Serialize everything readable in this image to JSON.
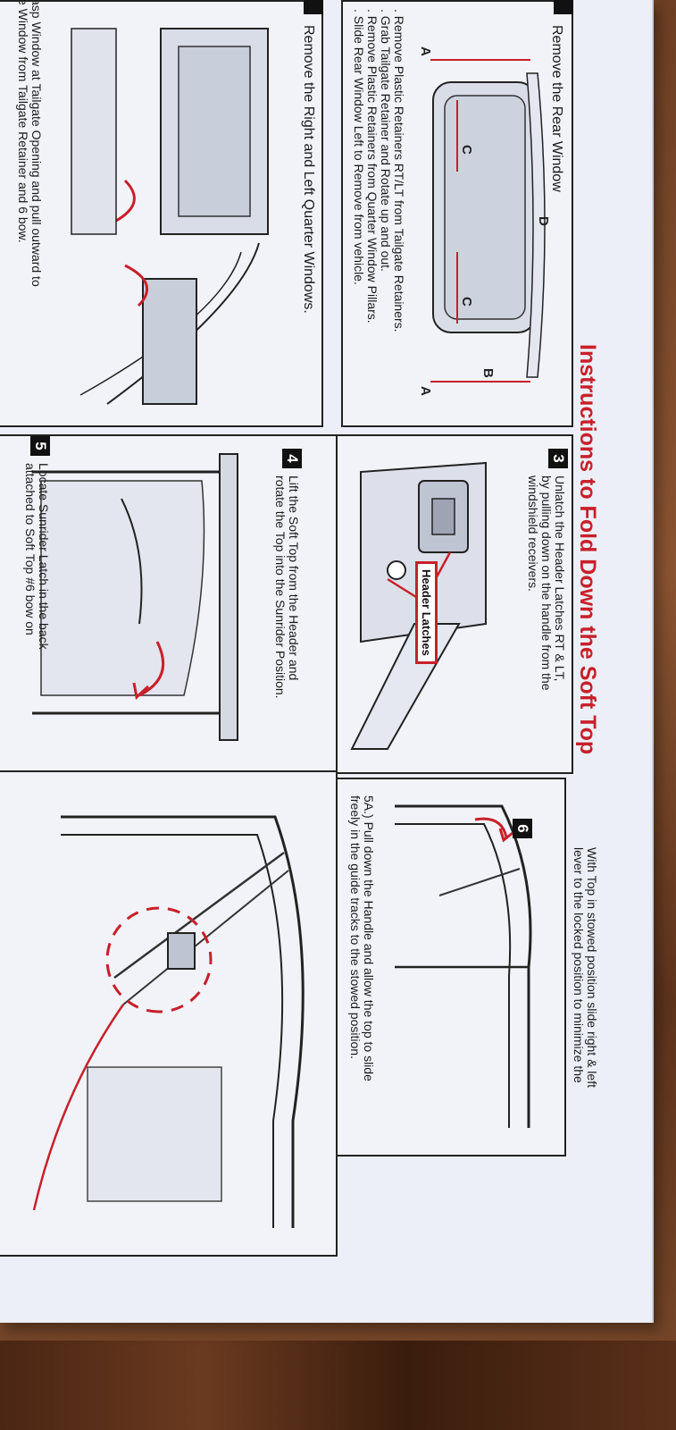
{
  "document": {
    "title": "Instructions to Fold Down the Soft Top"
  },
  "steps": {
    "step1": {
      "heading": "Remove the Rear Window",
      "lines": [
        ". Remove Plastic Retainers RT/LT from Tailgate Retainers.",
        ". Grab Tailgate Retainer and Rotate up and out.",
        ". Remove Plastic Retainers from Quarter Window Pillars.",
        ". Slide Rear Window Left to Remove from vehicle."
      ],
      "diagram_letters": [
        "A",
        "A",
        "B",
        "C",
        "C",
        "D"
      ]
    },
    "step2": {
      "heading": "Remove the Right and Left Quarter Windows.",
      "lines": [
        "asp Window at Tailgate Opening and pull outward to",
        "e Window from Tailgate Retainer and 6 bow."
      ]
    },
    "step3": {
      "number": "3",
      "lines": [
        "Unlatch the Header Latches RT & LT,",
        "by pulling down on the handle from the",
        "windshield receivers."
      ],
      "callout": "Header Latches"
    },
    "step4": {
      "number": "4",
      "lines": [
        "Lift the Soft Top from the Header and",
        "rotate the Top into the Sunrider Position."
      ]
    },
    "step5": {
      "number": "5",
      "lines": [
        "Locate Sunrider Latch in the back",
        "attached to Soft Top #6 bow on"
      ],
      "substep_lines": [
        "5A.) Pull down the Handle and allow the top to slide",
        "freely in the guide tracks to the stowed position."
      ]
    },
    "step6": {
      "number": "6",
      "lines": [
        "With Top in stowed position slide right & left",
        "lever to the locked position to minimize the"
      ]
    }
  },
  "colors": {
    "accent_red": "#c8202a",
    "paper": "#eceff7",
    "ink": "#1a1a1a"
  }
}
